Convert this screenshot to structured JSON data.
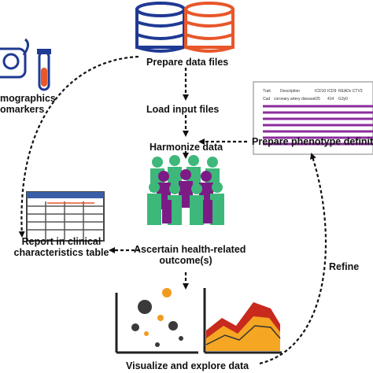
{
  "steps": {
    "prepare_data_files": "Prepare data files",
    "load_input_files": "Load input files",
    "harmonize_data": "Harmonize data",
    "ascertain_line1": "Ascertain health-related",
    "ascertain_line2": "outcome(s)",
    "visualize_explore": "Visualize and explore data",
    "prepare_phenotype": "Prepare phenotype definit",
    "report_line1": "Report in clinical",
    "report_line2": "characteristics table",
    "refine": "Refine",
    "demographics_line1": "mographics",
    "demographics_line2": "omarkers"
  },
  "phenotype_doc": {
    "headers": [
      "Trait",
      "Description",
      "ICD10",
      "ICD9",
      "READv CTV3"
    ],
    "row": [
      "Cad",
      "coronary artery disease",
      "I25",
      "414",
      "G3y0"
    ]
  },
  "colors": {
    "db_blue": "#1f3a93",
    "db_orange": "#e8572a",
    "people_green": "#3db87a",
    "people_purple": "#7d1b86",
    "doc_purple": "#8b2c9c",
    "scatter_orange": "#f29a1e",
    "scatter_dark": "#3a3a3a",
    "area_red": "#c82a1e",
    "area_orange": "#f5a623",
    "table_blue": "#3a5fa8"
  },
  "icons": [
    "database-blue-icon",
    "database-orange-icon",
    "blood-pressure-icon",
    "test-tube-icon",
    "table-document-icon",
    "people-group-icon",
    "scatter-plot-icon",
    "area-chart-icon",
    "phenotype-document-icon"
  ]
}
